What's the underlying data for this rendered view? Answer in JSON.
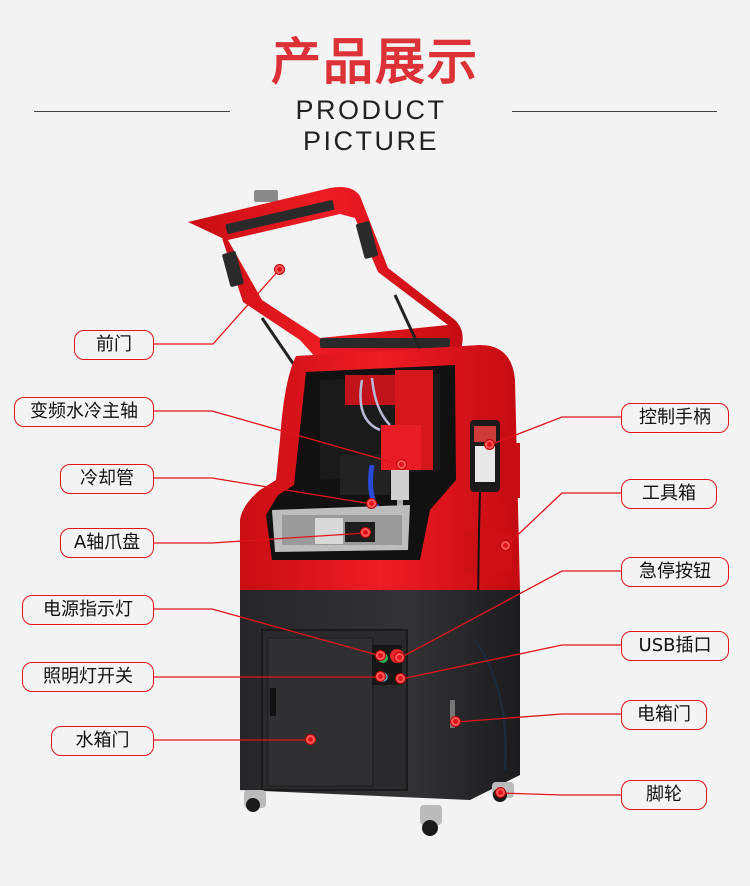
{
  "header": {
    "title": "产品展示",
    "subtitle": "PRODUCT PICTURE"
  },
  "colors": {
    "accent": "#dc3237",
    "callout": "#e1141c",
    "machine_red": "#e0141c",
    "machine_dark": "#2c2c2e",
    "background": "#f3f3f3"
  },
  "callouts": {
    "left": [
      {
        "label": "前门"
      },
      {
        "label": "变频水冷主轴"
      },
      {
        "label": "冷却管"
      },
      {
        "label": "A轴爪盘"
      },
      {
        "label": "电源指示灯"
      },
      {
        "label": "照明灯开关"
      },
      {
        "label": "水箱门"
      }
    ],
    "right": [
      {
        "label": "控制手柄"
      },
      {
        "label": "工具箱"
      },
      {
        "label": "急停按钮"
      },
      {
        "label": "USB插口"
      },
      {
        "label": "电箱门"
      },
      {
        "label": "脚轮"
      }
    ]
  }
}
